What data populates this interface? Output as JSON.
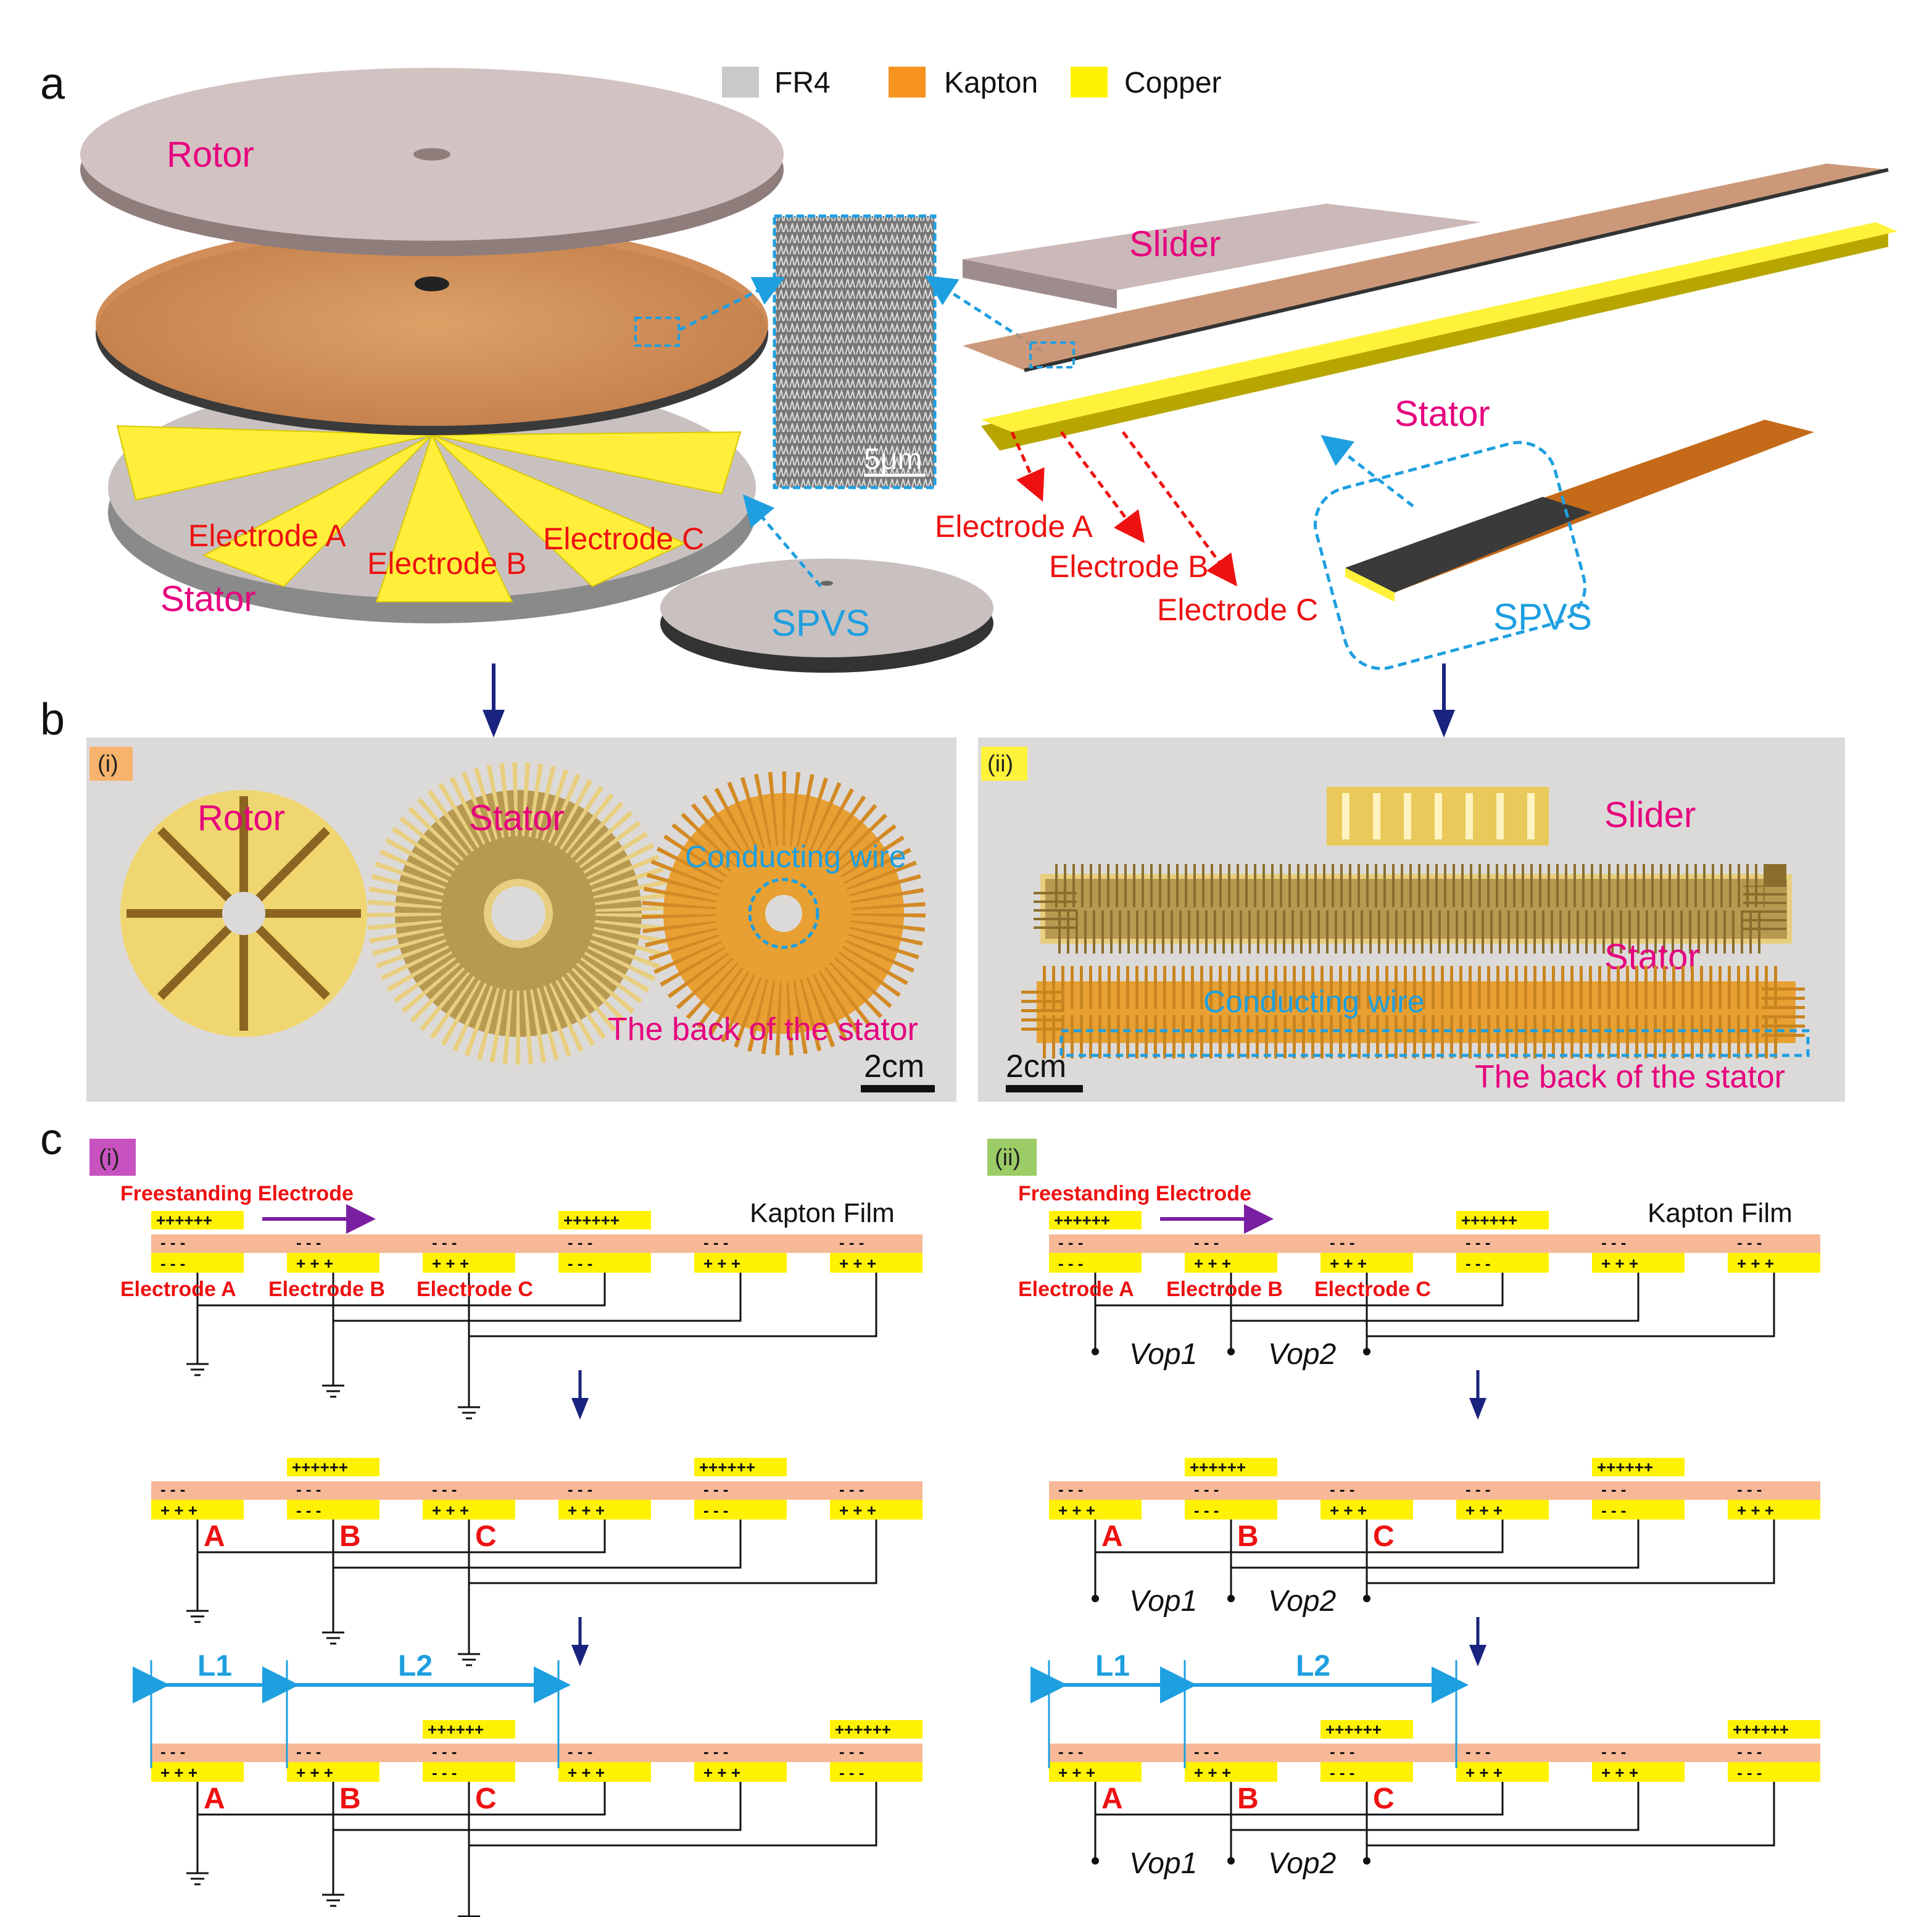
{
  "panels": {
    "a": "a",
    "b": "b",
    "c": "c"
  },
  "legend": [
    {
      "label": "FR4",
      "color": "#c9c9c9"
    },
    {
      "label": "Kapton",
      "color": "#f7931e"
    },
    {
      "label": "Copper",
      "color": "#fff200"
    }
  ],
  "panel_a": {
    "rotor": "Rotor",
    "stator_left": "Stator",
    "electrode_a": "Electrode A",
    "electrode_b": "Electrode B",
    "electrode_c": "Electrode C",
    "sem_scale": "5μm",
    "spvs_left": "SPVS",
    "slider": "Slider",
    "stator_right": "Stator",
    "spvs_right": "SPVS"
  },
  "panel_b": {
    "tag_i": "(i)",
    "tag_ii": "(ii)",
    "rotor": "Rotor",
    "stator": "Stator",
    "conducting_wire": "Conducting wire",
    "back_stator": "The back of the stator",
    "scale": "2cm",
    "slider": "Slider",
    "stator_r": "Stator",
    "conducting_wire_r": "Conducting wire",
    "back_stator_r": "The back of the stator",
    "scale_r": "2cm"
  },
  "panel_c": {
    "tag_i": "(i)",
    "tag_ii": "(ii)",
    "freestanding": "Freestanding Electrode",
    "kapton_film": "Kapton Film",
    "electrode_a": "Electrode A",
    "electrode_b": "Electrode B",
    "electrode_c": "Electrode C",
    "plus_strip": "++++++",
    "A": "A",
    "B": "B",
    "C": "C",
    "vop1": "Vop1",
    "vop2": "Vop2",
    "L1": "L1",
    "L2": "L2"
  }
}
